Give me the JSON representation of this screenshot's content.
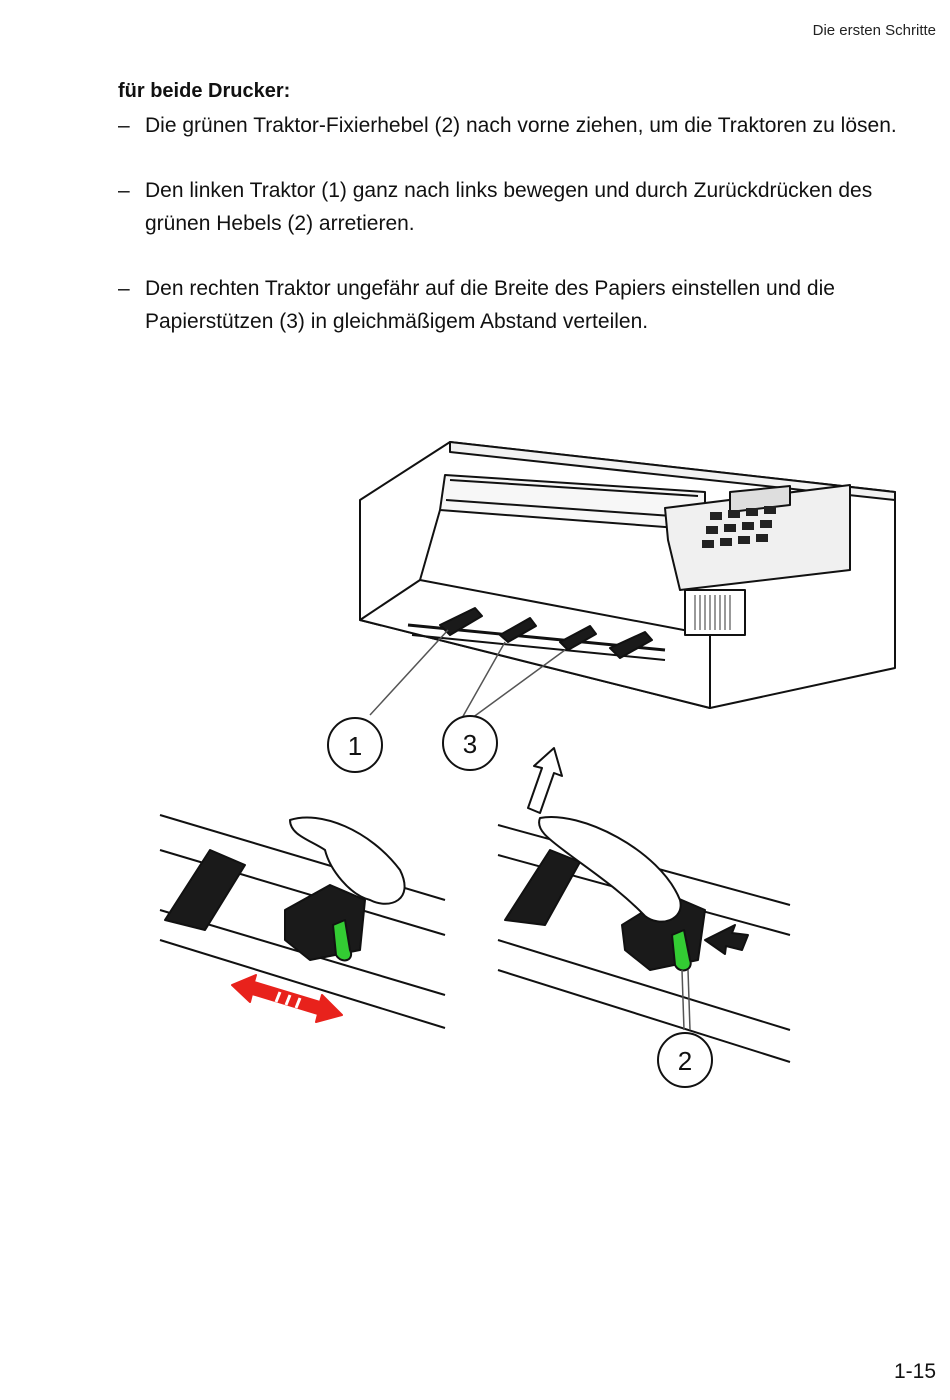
{
  "header": {
    "chapter": "Die ersten Schritte"
  },
  "section": {
    "title": "für beide Drucker:",
    "steps": [
      {
        "bullet": "–",
        "text": "Die grünen Traktor-Fixierhebel (2) nach vorne ziehen, um die Traktoren zu lösen."
      },
      {
        "bullet": "–",
        "text": "Den linken Traktor (1) ganz nach links bewegen und durch Zurückdrücken des grünen Hebels (2) arretieren."
      },
      {
        "bullet": "–",
        "text": "Den rechten Traktor ungefähr auf die Breite des Papiers einstellen und die Papierstützen (3) in gleichmäßigem Abstand verteilen."
      }
    ]
  },
  "figure": {
    "callouts": {
      "c1": "1",
      "c2": "2",
      "c3": "3"
    },
    "colors": {
      "lever": "#33cc33",
      "arrow": "#e8221c",
      "line": "#111111"
    }
  },
  "footer": {
    "page": "1-15"
  }
}
